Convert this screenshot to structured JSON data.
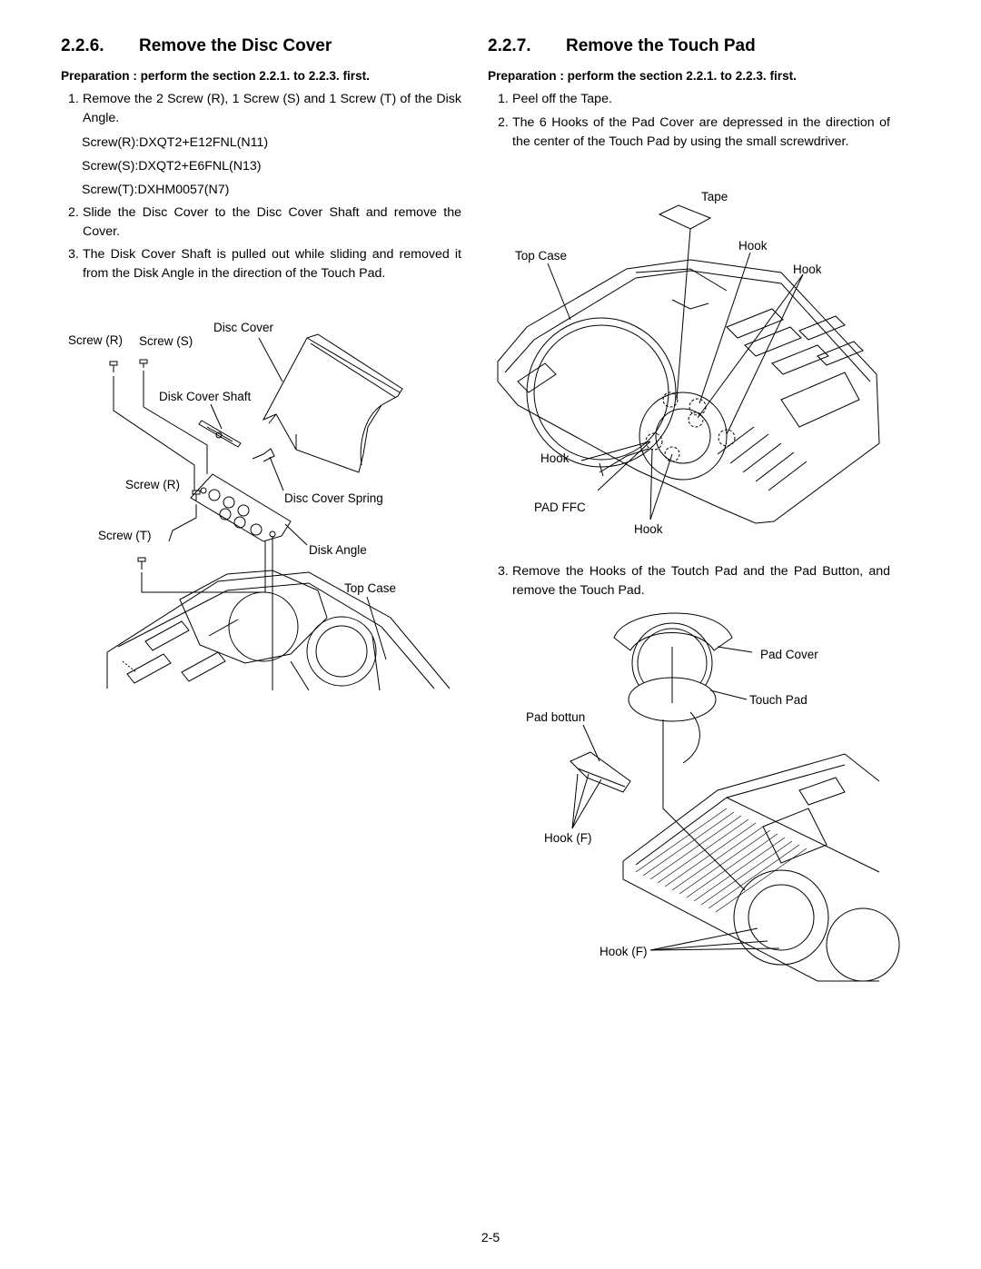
{
  "left": {
    "number": "2.2.6.",
    "title": "Remove the Disc Cover",
    "prep": "Preparation : perform the section 2.2.1. to 2.2.3. first.",
    "steps": [
      {
        "n": "1.",
        "text": "Remove the 2 Screw (R), 1 Screw (S) and 1 Screw (T) of the Disk Angle."
      },
      {
        "n": "2.",
        "text": "Slide the Disc Cover to the Disc Cover Shaft and remove the Cover."
      },
      {
        "n": "3.",
        "text": "The Disk Cover Shaft is pulled out while sliding and removed it from the Disk Angle in the direction of the Touch Pad."
      }
    ],
    "screws": [
      "Screw(R):DXQT2+E12FNL(N11)",
      "Screw(S):DXQT2+E6FNL(N13)",
      "Screw(T):DXHM0057(N7)"
    ],
    "figure_labels": {
      "screw_r_top": "Screw (R)",
      "screw_s": "Screw (S)",
      "disc_cover": "Disc Cover",
      "disk_cover_shaft": "Disk Cover Shaft",
      "screw_r_mid": "Screw (R)",
      "disc_cover_spring": "Disc Cover Spring",
      "screw_t": "Screw (T)",
      "disk_angle": "Disk Angle",
      "top_case": "Top Case"
    }
  },
  "right": {
    "number": "2.2.7.",
    "title": "Remove the Touch Pad",
    "prep": "Preparation : perform the section 2.2.1. to 2.2.3. first.",
    "steps": [
      {
        "n": "1.",
        "text": "Peel off the Tape."
      },
      {
        "n": "2.",
        "text": "The 6 Hooks of the Pad Cover are depressed in the direction of the center of the Touch Pad by using the small screwdriver."
      },
      {
        "n": "3.",
        "text": "Remove the Hooks of the Toutch Pad and the Pad Button, and remove the Touch Pad."
      }
    ],
    "figure1_labels": {
      "tape": "Tape",
      "top_case": "Top Case",
      "hook_a": "Hook",
      "hook_b": "Hook",
      "hook_c": "Hook",
      "pad_ffc": "PAD FFC",
      "hook_d": "Hook"
    },
    "figure2_labels": {
      "pad_cover": "Pad Cover",
      "touch_pad": "Touch Pad",
      "pad_button": "Pad bottun",
      "hook_f1": "Hook (F)",
      "hook_f2": "Hook (F)"
    }
  },
  "page_number": "2-5"
}
